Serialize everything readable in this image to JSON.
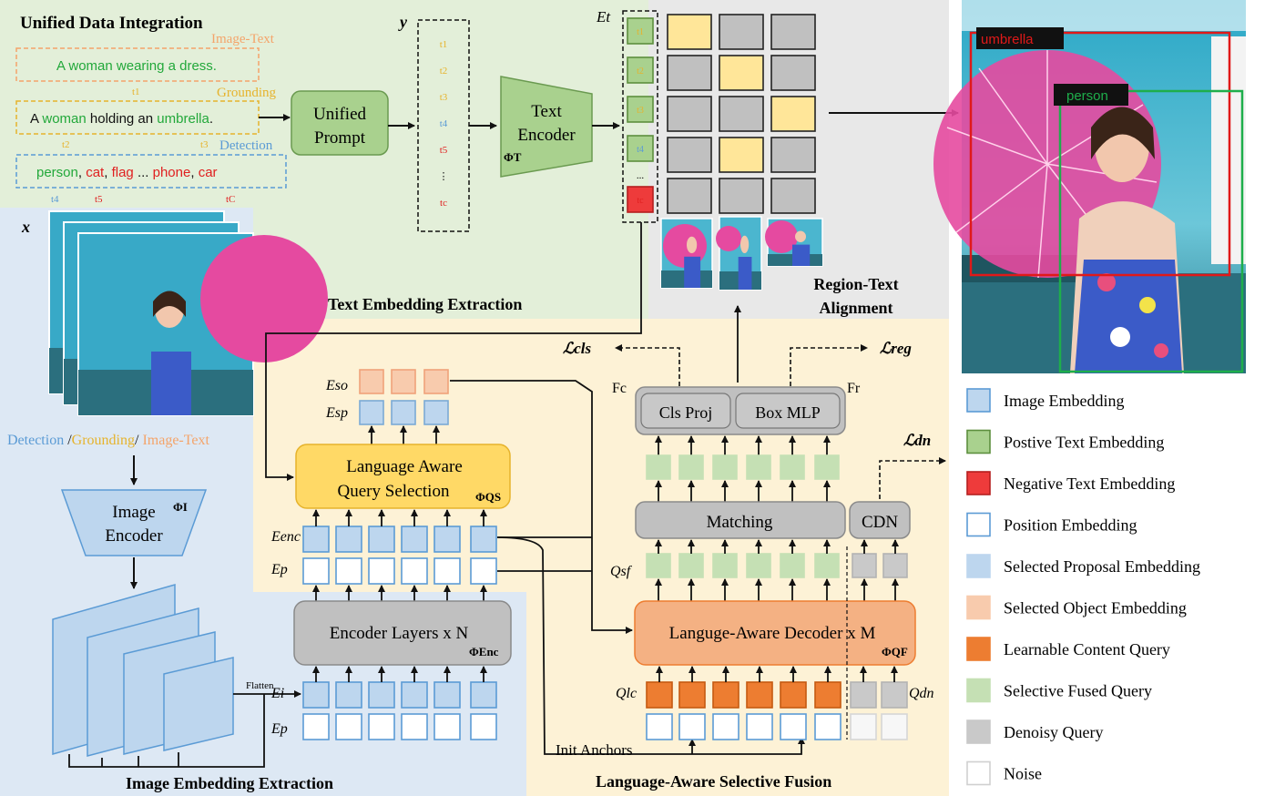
{
  "colors": {
    "text_region_bg": "#e3efd9",
    "image_region_bg": "#dde8f4",
    "fusion_region_bg": "#fdf2d6",
    "alignment_region_bg": "#e8e8e8",
    "image_embedding": "#bdd6ee",
    "positive_text": "#a9d18e",
    "negative_text": "#ee3b3b",
    "selected_object": "#f8cbad",
    "learnable_content": "#ed7d31",
    "fused_query": "#c5e0b4",
    "denoise_query": "#c9c9c9",
    "query_selection": "#ffd966",
    "decoder": "#f4b183",
    "box_grey": "#c0c0c0",
    "highlight_yellow": "#ffe699"
  },
  "text_region": {
    "title": "Unified Data Integration",
    "tag_image_text": "Image-Text",
    "tag_grounding": "Grounding",
    "tag_detection": "Detection",
    "caption_image_text": "A woman wearing a dress.",
    "caption_grounding_pre": "A",
    "caption_grounding_w1": "woman",
    "caption_grounding_mid": "holding an",
    "caption_grounding_w2": "umbrella",
    "caption_grounding_end": ".",
    "det_person": "person",
    "det_comma1": ",",
    "det_cat": "cat",
    "det_comma2": ",",
    "det_flag": "flag",
    "det_ellipsis": "...",
    "det_phone": "phone",
    "det_comma3": ",",
    "det_car": "car",
    "t1": "t1",
    "t2": "t2",
    "t3": "t3",
    "t4": "t4",
    "t5": "t5",
    "tc": "tC",
    "unified_prompt_line1": "Unified",
    "unified_prompt_line2": "Prompt",
    "y_label": "y",
    "y_tokens": [
      "t1",
      "t2",
      "t3",
      "t4",
      "t5",
      "⋮",
      "tc"
    ],
    "text_encoder_line1": "Text",
    "text_encoder_line2": "Encoder",
    "phi_t": "ΦT",
    "et_label": "Et",
    "et_tokens": [
      "t1",
      "t2",
      "t3",
      "t4",
      "...",
      "tc"
    ],
    "section_title": "Text Embedding Extraction"
  },
  "alignment": {
    "section_title_line1": "Region-Text",
    "section_title_line2": "Alignment",
    "grid_highlights": [
      [
        0,
        0
      ],
      [
        1,
        1
      ],
      [
        2,
        2
      ],
      [
        3,
        1
      ]
    ]
  },
  "output_image": {
    "label_umbrella": "umbrella",
    "label_person": "person"
  },
  "image_region": {
    "x_label": "x",
    "tasks_detection": "Detection",
    "tasks_sep1": "/",
    "tasks_grounding": "Grounding",
    "tasks_sep2": "/",
    "tasks_image_text": "Image-Text",
    "image_encoder_line1": "Image",
    "image_encoder_line2": "Encoder",
    "phi_i": "ΦI",
    "flatten": "Flatten",
    "section_title": "Image Embedding Extraction"
  },
  "fusion": {
    "e_so": "Eso",
    "e_sp": "Esp",
    "query_selection_line1": "Language Aware",
    "query_selection_line2": "Query Selection",
    "phi_qs": "ΦQS",
    "e_enc": "Eenc",
    "e_p": "Ep",
    "encoder_layers": "Encoder Layers x N",
    "phi_enc": "ΦEnc",
    "e_i": "Ei",
    "e_p2": "Ep",
    "loss_cls": "ℒcls",
    "loss_reg": "ℒreg",
    "loss_dn": "ℒdn",
    "f_c": "Fc",
    "f_r": "Fr",
    "cls_proj": "Cls Proj",
    "box_mlp": "Box MLP",
    "matching": "Matching",
    "cdn": "CDN",
    "q_sf": "Qsf",
    "decoder": "Languge-Aware Decoder x M",
    "phi_qf": "ΦQF",
    "q_lc": "Qlc",
    "q_dn": "Qdn",
    "init_anchors": "Init Anchors",
    "section_title": "Language-Aware Selective Fusion"
  },
  "legend": [
    {
      "label": "Image Embedding",
      "swatch": "image"
    },
    {
      "label": "Postive Text Embedding",
      "swatch": "positive"
    },
    {
      "label": "Negative Text Embedding",
      "swatch": "negative"
    },
    {
      "label": "Position Embedding",
      "swatch": "position"
    },
    {
      "label": "Selected Proposal Embedding",
      "swatch": "proposal"
    },
    {
      "label": "Selected Object Embedding",
      "swatch": "object"
    },
    {
      "label": "Learnable Content Query",
      "swatch": "learnable"
    },
    {
      "label": "Selective Fused Query",
      "swatch": "fused"
    },
    {
      "label": "Denoisy Query",
      "swatch": "denoise"
    },
    {
      "label": "Noise",
      "swatch": "noise"
    }
  ]
}
